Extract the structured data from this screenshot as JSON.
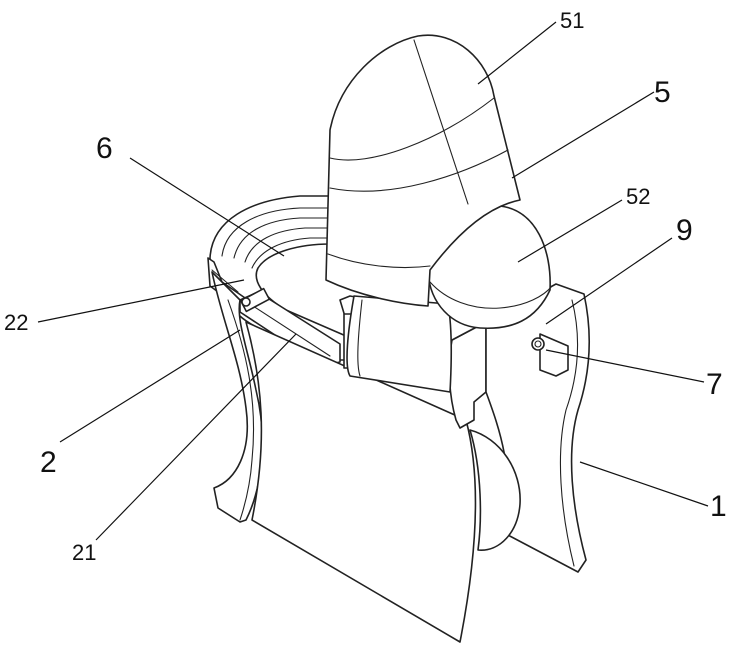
{
  "labels": {
    "l51": "51",
    "l5": "5",
    "l6": "6",
    "l52": "52",
    "l9": "9",
    "l22": "22",
    "l7": "7",
    "l2": "2",
    "l1": "1",
    "l21": "21"
  }
}
